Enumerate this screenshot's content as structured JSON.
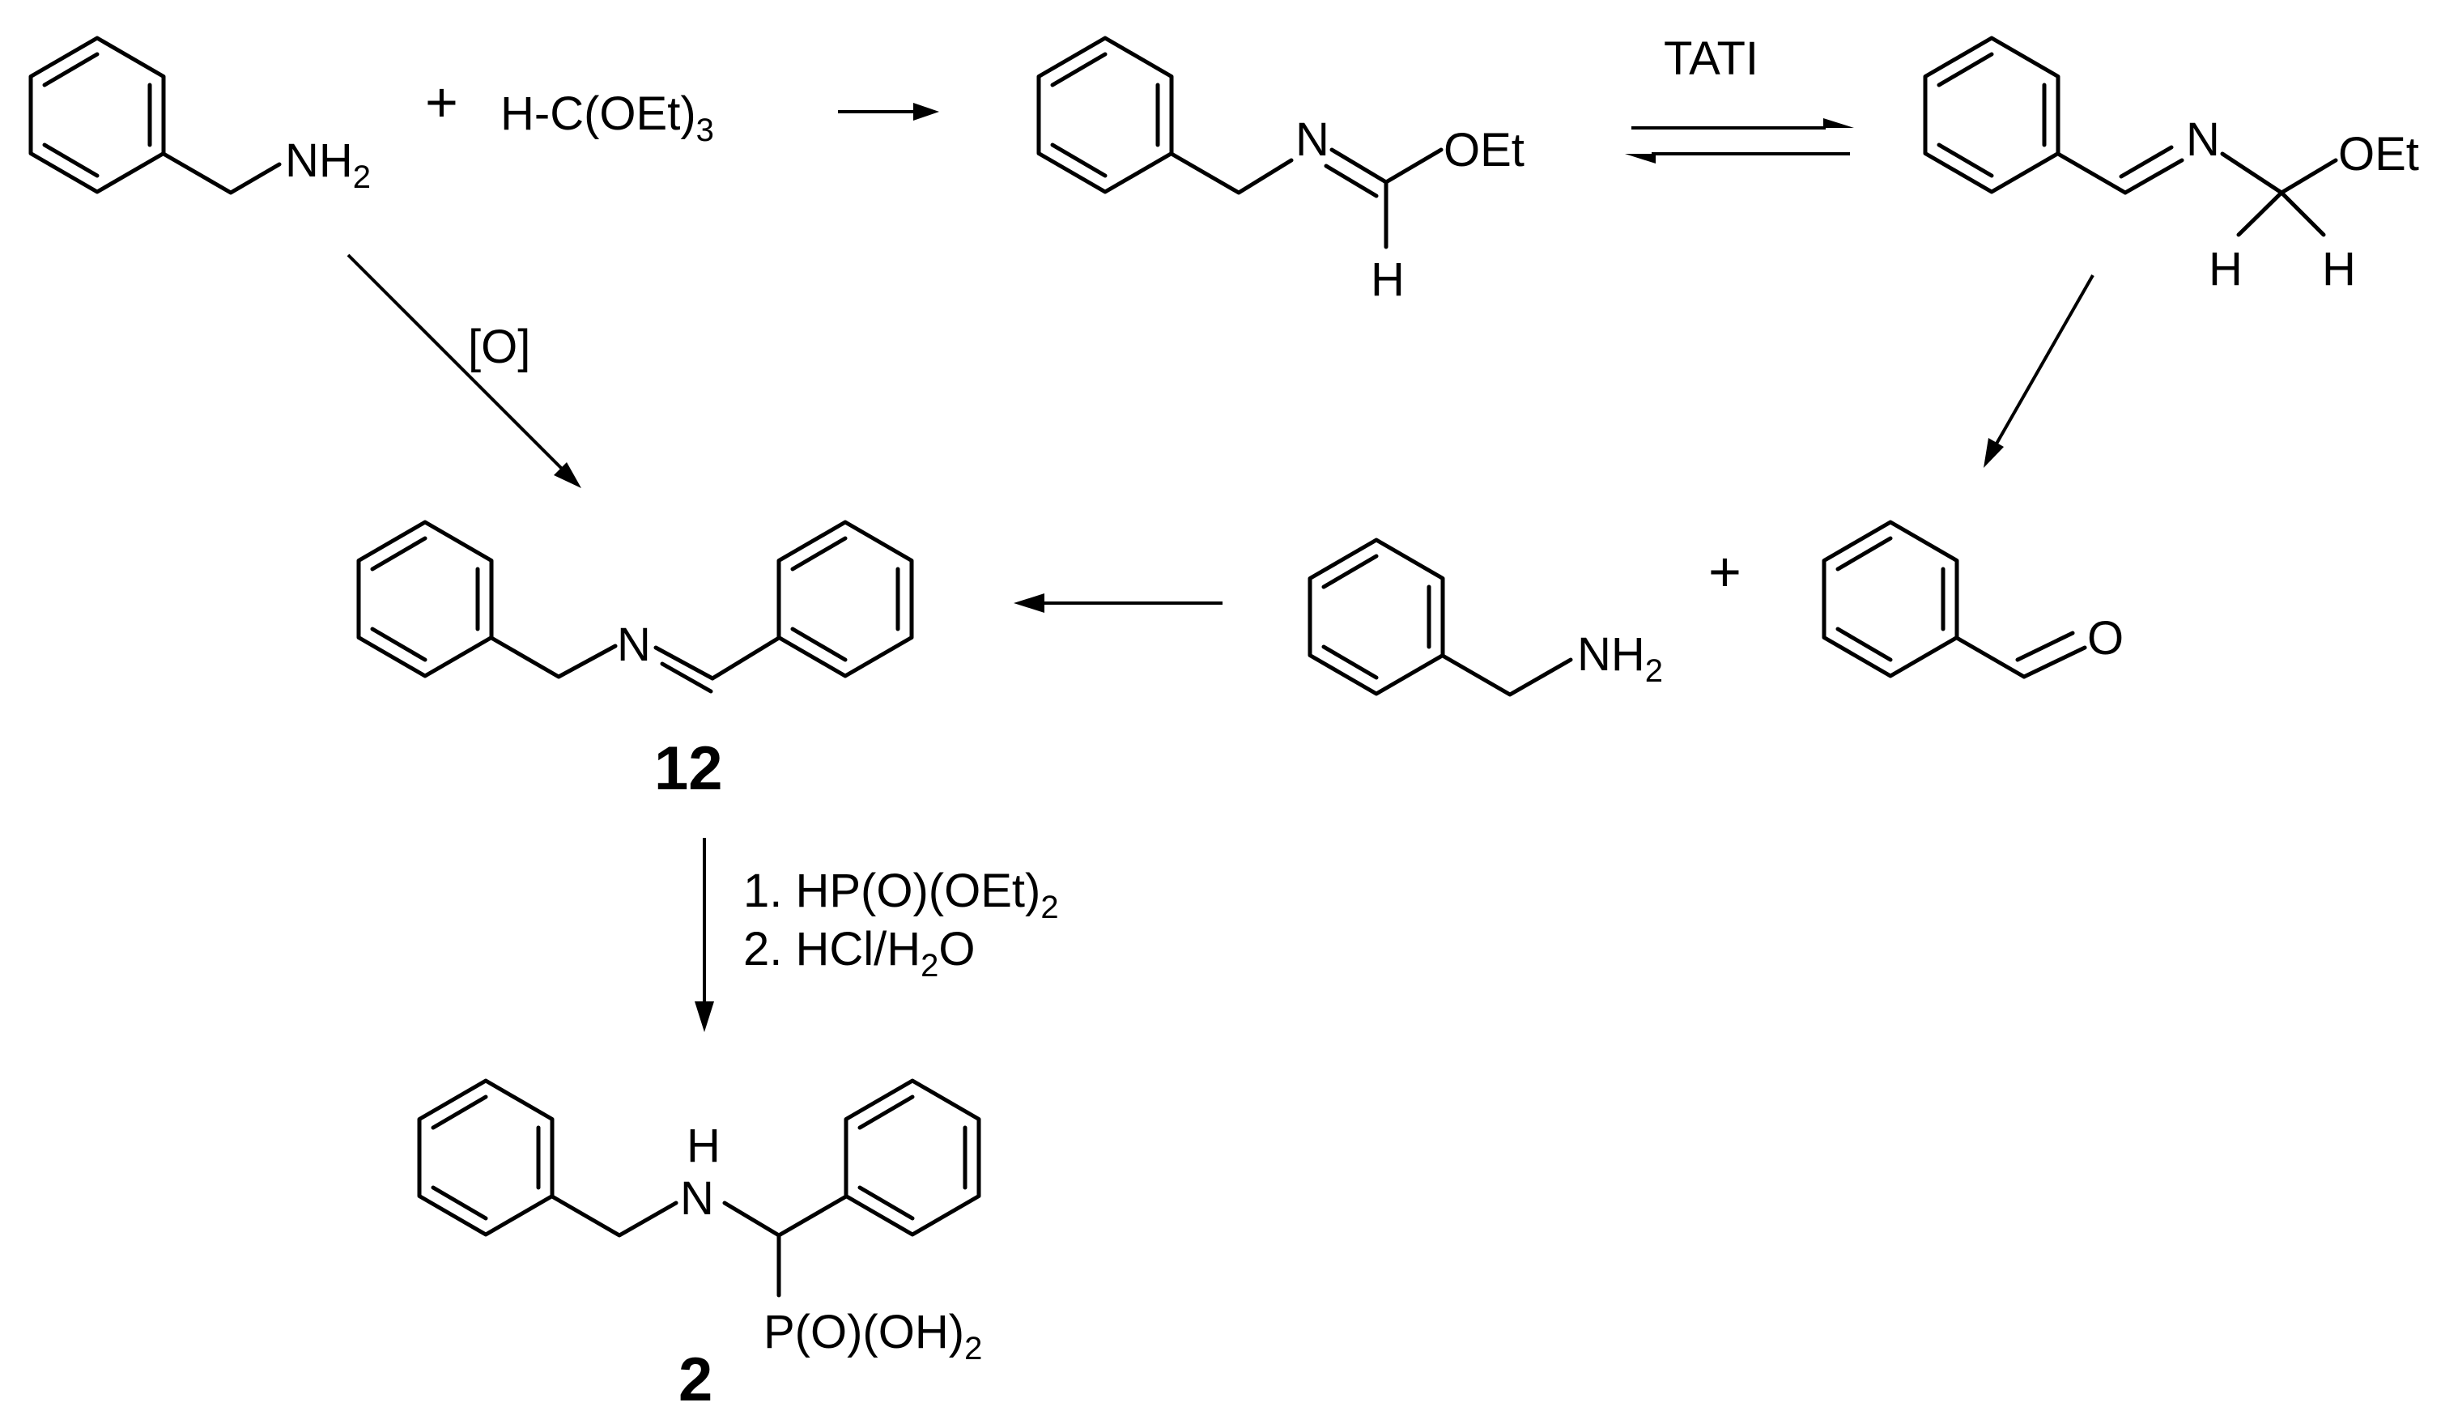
{
  "compounds": {
    "benzylamine_1": {
      "amine": "NH",
      "amine_sub": "2"
    },
    "orthoformate": {
      "text": "H-C(OEt)",
      "sub": "3"
    },
    "imidate": {
      "n": "N",
      "oet": "OEt",
      "h": "H"
    },
    "aminal_ether": {
      "n": "N",
      "oet": "OEt",
      "h1": "H",
      "h2": "H"
    },
    "benzylamine_2": {
      "amine": "NH",
      "amine_sub": "2"
    },
    "benzaldehyde": {
      "o": "O"
    },
    "imine_12": {
      "n": "N",
      "label": "12"
    },
    "product_2": {
      "h": "H",
      "n": "N",
      "p_group": "P(O)(OH)",
      "p_sub": "2",
      "label": "2"
    }
  },
  "plus_signs": [
    "+",
    "+"
  ],
  "arrows": {
    "oxidation": {
      "label": "[O]"
    },
    "tati": {
      "label": "TATI"
    },
    "step1": {
      "prefix": "1. HP(O)(OEt)",
      "sub": "2"
    },
    "step2": {
      "prefix": "2. HCl/H",
      "sub": "2",
      "suffix": "O"
    }
  }
}
